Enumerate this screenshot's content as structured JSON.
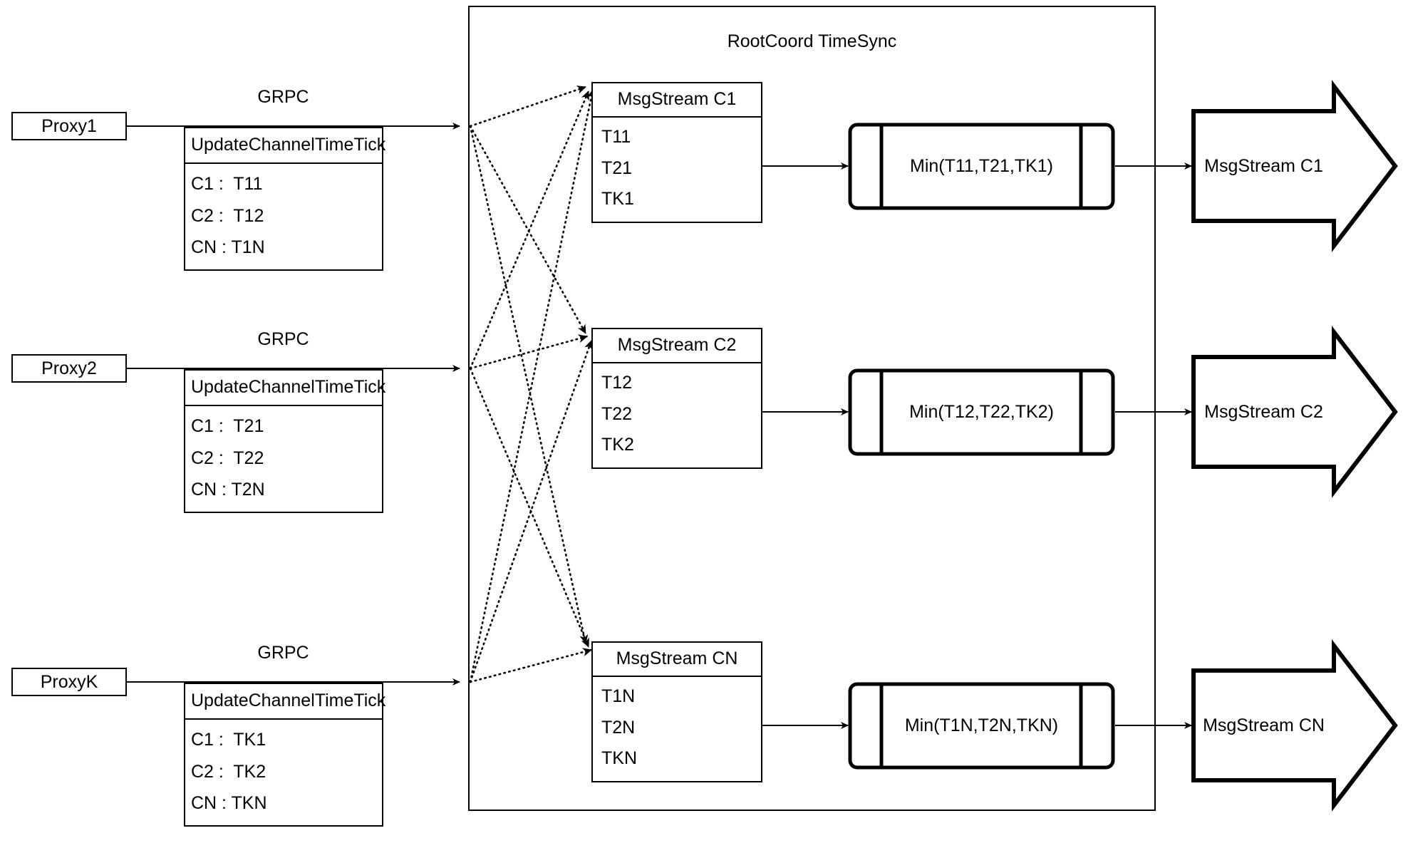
{
  "diagram": {
    "title": "RootCoord TimeSync",
    "accent_color": "#000000",
    "background_color": "#ffffff"
  },
  "proxies": [
    {
      "name": "Proxy1",
      "link_label": "GRPC",
      "request": {
        "header": "UpdateChannelTimeTick",
        "rows": [
          "C1 :  T11",
          "C2 :  T12",
          "CN : T1N"
        ]
      }
    },
    {
      "name": "Proxy2",
      "link_label": "GRPC",
      "request": {
        "header": "UpdateChannelTimeTick",
        "rows": [
          "C1 :  T21",
          "C2 :  T22",
          "CN : T2N"
        ]
      }
    },
    {
      "name": "ProxyK",
      "link_label": "GRPC",
      "request": {
        "header": "UpdateChannelTimeTick",
        "rows": [
          "C1 :  TK1",
          "C2 :  TK2",
          "CN : TKN"
        ]
      }
    }
  ],
  "channels": [
    {
      "stream": {
        "header": "MsgStream C1",
        "rows": [
          "T11",
          "T21",
          "TK1"
        ]
      },
      "min": "Min(T11,T21,TK1)",
      "output": "MsgStream C1"
    },
    {
      "stream": {
        "header": "MsgStream C2",
        "rows": [
          "T12",
          "T22",
          "TK2"
        ]
      },
      "min": "Min(T12,T22,TK2)",
      "output": "MsgStream C2"
    },
    {
      "stream": {
        "header": "MsgStream CN",
        "rows": [
          "T1N",
          "T2N",
          "TKN"
        ]
      },
      "min": "Min(T1N,T2N,TKN)",
      "output": "MsgStream CN"
    }
  ]
}
